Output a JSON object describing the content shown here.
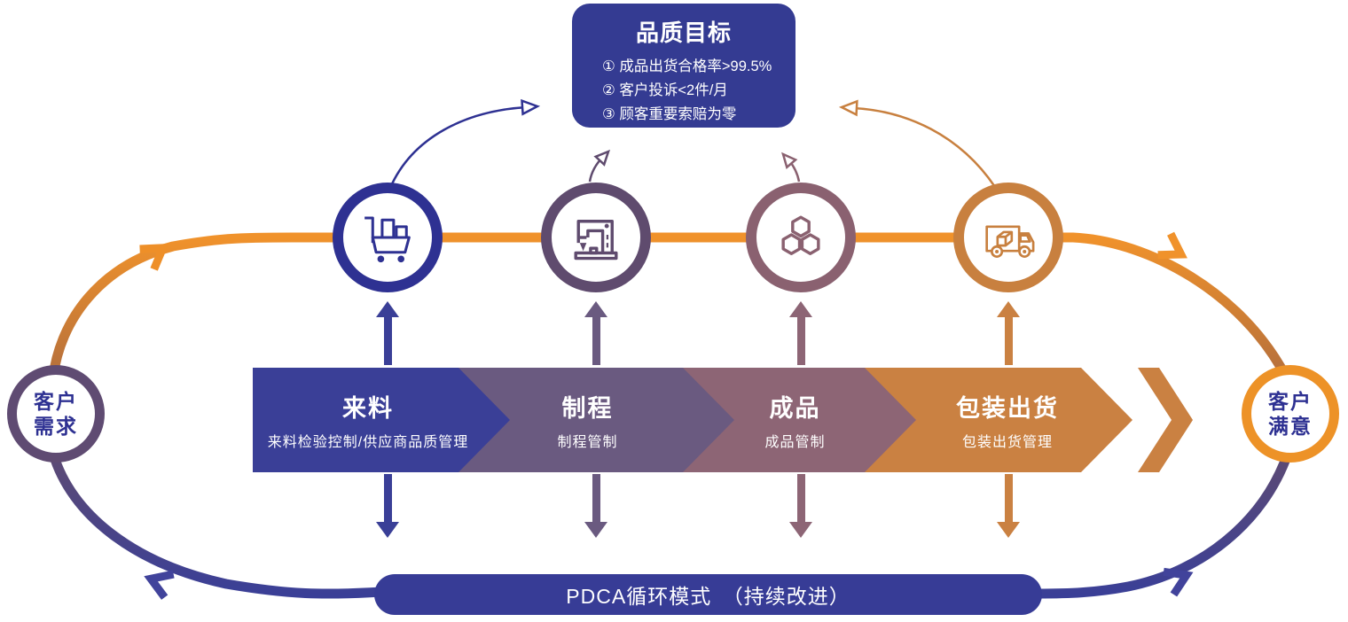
{
  "goal_box": {
    "title": "品质目标",
    "items": [
      "① 成品出货合格率>99.5%",
      "② 客户投诉<2件/月",
      "③ 顾客重要索赔为零"
    ]
  },
  "stages": [
    {
      "title": "来料",
      "subtitle": "来料检验控制/供应商品质管理",
      "icon": "cart-icon",
      "color": "#3a3f97",
      "ring_color": "#2e3192"
    },
    {
      "title": "制程",
      "subtitle": "制程管制",
      "icon": "machine-icon",
      "color": "#6a5a80",
      "ring_color": "#5f4b6e"
    },
    {
      "title": "成品",
      "subtitle": "成品管制",
      "icon": "hexagons-icon",
      "color": "#8d6575",
      "ring_color": "#8a6170"
    },
    {
      "title": "包装出货",
      "subtitle": "包装出货管理",
      "icon": "truck-icon",
      "color": "#ca8142",
      "ring_color": "#c8803f"
    }
  ],
  "left_circle": {
    "line1": "客户",
    "line2": "需求"
  },
  "right_circle": {
    "line1": "客户",
    "line2": "满意"
  },
  "bottom_banner": {
    "label": "PDCA循环模式　（持续改进）"
  },
  "colors": {
    "indigo": "#343b92",
    "top_flow_orange": "#f0922b",
    "bottom_flow_purple": "#5f4b72",
    "bottom_flow_blue": "#3a3f97",
    "right_circle_ring": "#ed9227",
    "circle_text": "#2e3192"
  }
}
